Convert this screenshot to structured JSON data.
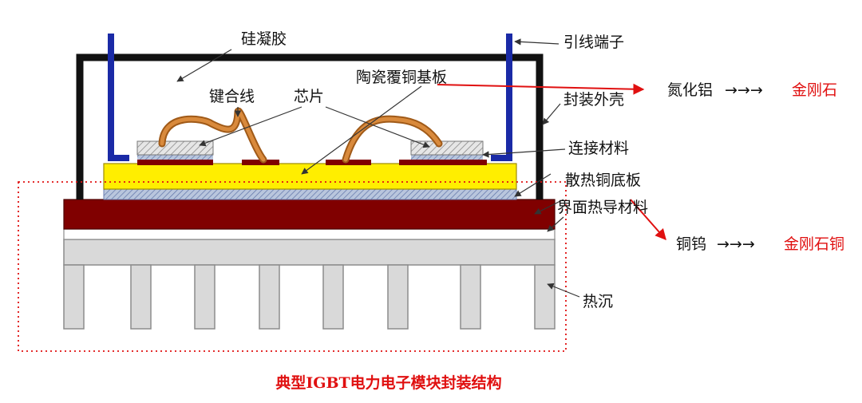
{
  "labels": {
    "silicone_gel": "硅凝胶",
    "lead_terminal": "引线端子",
    "bond_wire": "键合线",
    "chip": "芯片",
    "dbc_substrate": "陶瓷覆铜基板",
    "housing": "封装外壳",
    "joining_material": "连接材料",
    "baseplate": "散热铜底板",
    "tim": "界面热导材料",
    "heatsink": "热沉"
  },
  "annotations": {
    "substrate_from": "氮化铝",
    "substrate_arrow": "→→→",
    "substrate_to": "金刚石",
    "baseplate_from": "铜钨",
    "baseplate_arrow": "→→→",
    "baseplate_to": "金刚石铜"
  },
  "caption": "典型IGBT电力电子模块封装结构",
  "colors": {
    "housing": "#111111",
    "terminal": "#1a2aa6",
    "baseplate": "#800000",
    "substrate": "#ffee00",
    "bond_wire": "#c8782a",
    "heatsink": "#d9d9d9",
    "highlight": "#e01010"
  }
}
